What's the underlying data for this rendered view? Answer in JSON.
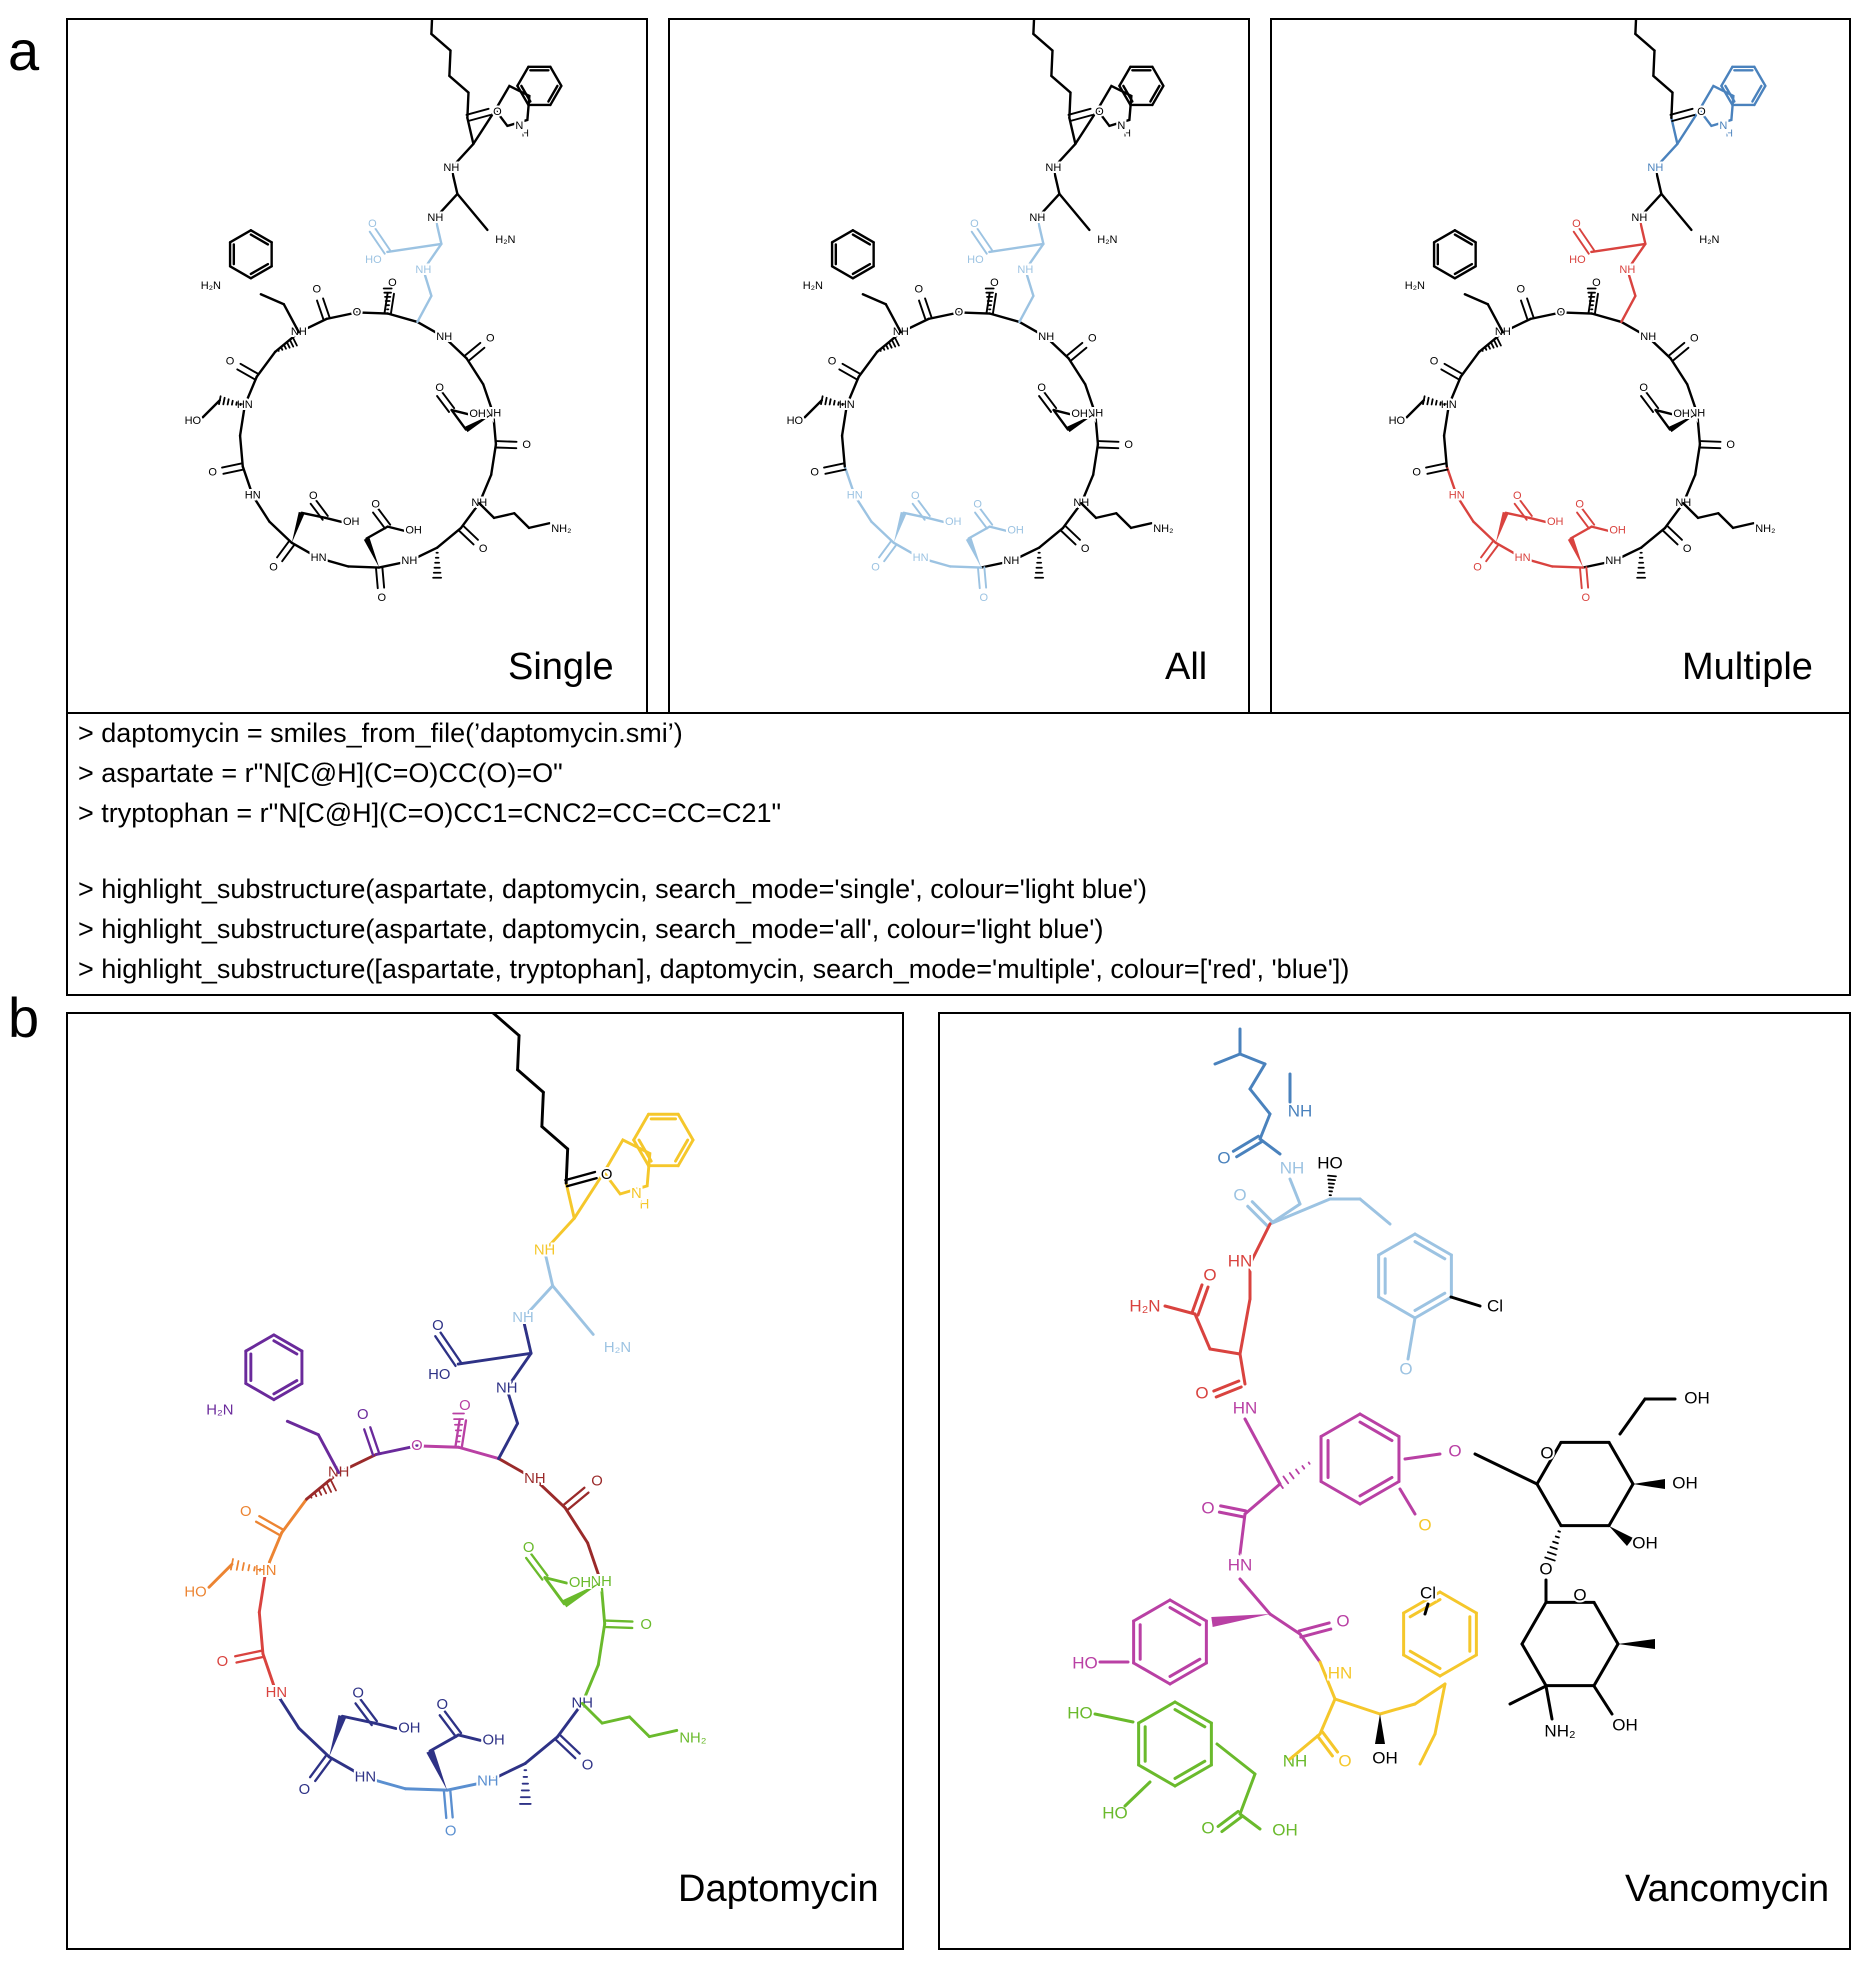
{
  "panel_labels": {
    "a": "a",
    "b": "b"
  },
  "panel_a": {
    "captions": [
      "Single",
      "All",
      "Multiple"
    ]
  },
  "code": [
    "> daptomycin = smiles_from_file(’daptomycin.smi’)",
    "> aspartate = r\"N[C@H](C=O)CC(O)=O\"",
    "> tryptophan = r\"N[C@H](C=O)CC1=CNC2=CC=CC=C21\"",
    "",
    "> highlight_substructure(aspartate, daptomycin, search_mode='single', colour='light blue')",
    "> highlight_substructure(aspartate, daptomycin, search_mode='all', colour='light blue')",
    "> highlight_substructure([aspartate, tryptophan], daptomycin, search_mode='multiple', colour=['red', 'blue'])"
  ],
  "panel_b": {
    "captions": [
      "Daptomycin",
      "Vancomycin"
    ]
  },
  "atom_labels": {
    "nh": "NH",
    "hn": "HN",
    "o": "O",
    "oh": "OH",
    "ho": "HO",
    "nh2": "NH₂",
    "h2n": "H₂N",
    "cl": "Cl",
    "n": "N",
    "h": "H"
  },
  "colors": {
    "black": "#000000",
    "light_blue": "#9cc3e2",
    "blue": "#4a82bd",
    "red": "#d9433f",
    "yellow": "#f5c72b",
    "navy": "#2e3286",
    "purple": "#6a2a9b",
    "maroon": "#9a2a2a",
    "orange": "#ec8432",
    "magenta": "#b940a4",
    "green": "#6aba2c",
    "steel": "#5a8fd0"
  }
}
